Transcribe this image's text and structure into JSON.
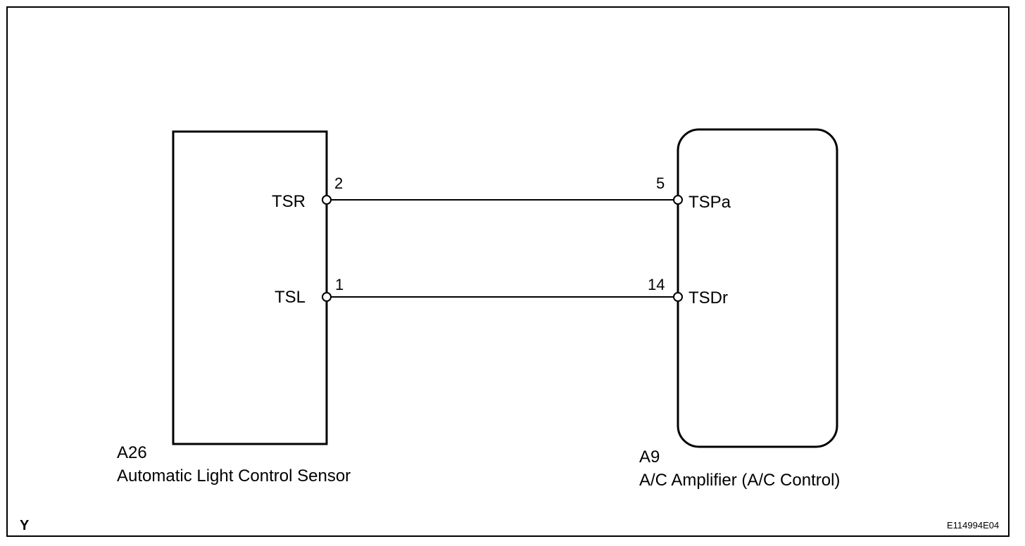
{
  "sensor": {
    "code": "A26",
    "name": "Automatic Light Control Sensor",
    "pins": [
      {
        "number": "2",
        "name": "TSR"
      },
      {
        "number": "1",
        "name": "TSL"
      }
    ]
  },
  "amplifier": {
    "code": "A9",
    "name": "A/C Amplifier (A/C Control)",
    "pins": [
      {
        "number": "5",
        "name": "TSPa"
      },
      {
        "number": "14",
        "name": "TSDr"
      }
    ]
  },
  "footer": {
    "left_mark": "Y",
    "figure_id": "E114994E04"
  }
}
